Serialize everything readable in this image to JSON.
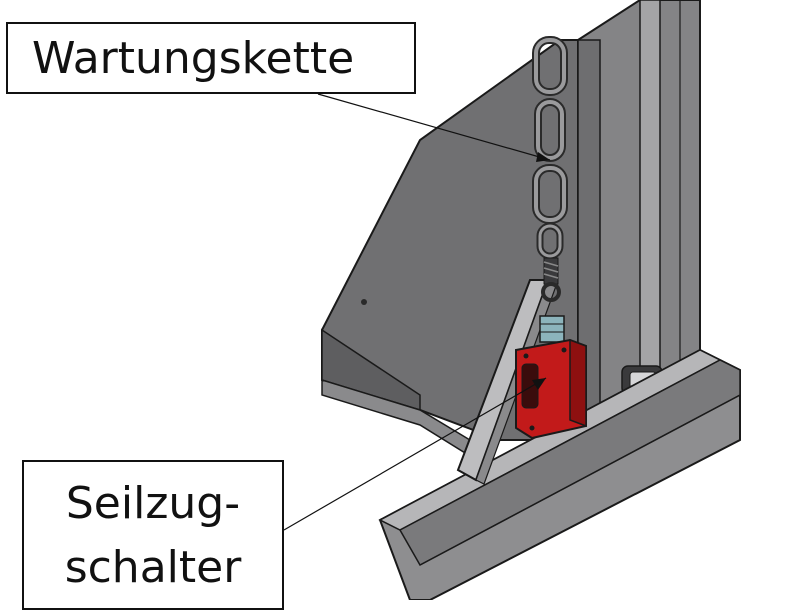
{
  "labels": {
    "chain": "Wartungskette",
    "switch_line1": "Seilzug-",
    "switch_line2": "schalter"
  },
  "colors": {
    "housing_red": "#c21a1a",
    "steel_grey": "#7c7c7e",
    "panel_grey": "#6f6f71",
    "outline": "#1a1a1a"
  }
}
